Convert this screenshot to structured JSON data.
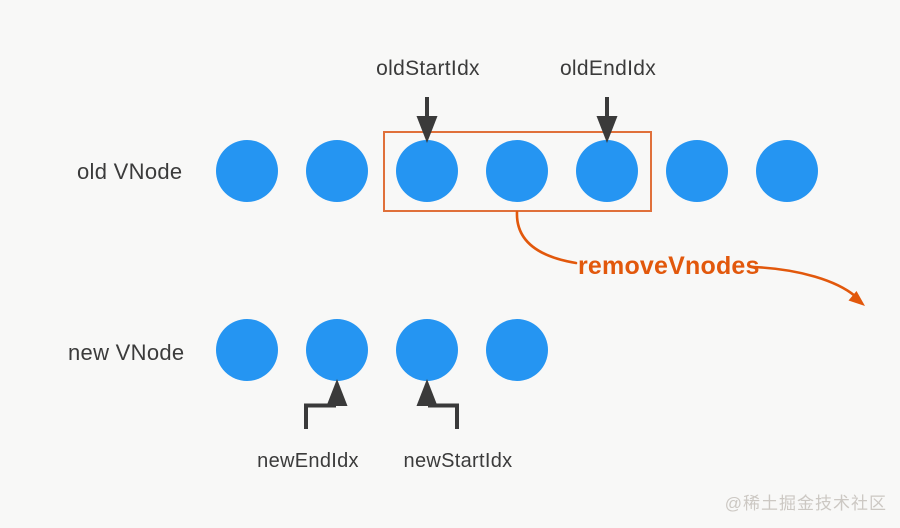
{
  "diagram": {
    "title_semantic": "vnode-diff-remove-vnodes",
    "colors": {
      "background": "#f8f8f7",
      "node_blue": "#2595f2",
      "orange_accent": "#e2580c",
      "box_border_orange": "#e0703a",
      "dark_stroke": "#3a3a3a",
      "watermark_gray": "#ccc8c3"
    },
    "old_row": {
      "label": "old VNode",
      "node_count": 7,
      "boxed_node_indexes": [
        2,
        3,
        4
      ]
    },
    "new_row": {
      "label": "new VNode",
      "node_count": 4
    },
    "pointers": {
      "old_start": {
        "label": "oldStartIdx",
        "points_to_index": 2
      },
      "old_end": {
        "label": "oldEndIdx",
        "points_to_index": 4
      },
      "new_end": {
        "label": "newEndIdx",
        "points_to_index": 1
      },
      "new_start": {
        "label": "newStartIdx",
        "points_to_index": 2
      }
    },
    "annotation": {
      "label": "removeVnodes"
    },
    "watermark": "@稀土掘金技术社区"
  }
}
